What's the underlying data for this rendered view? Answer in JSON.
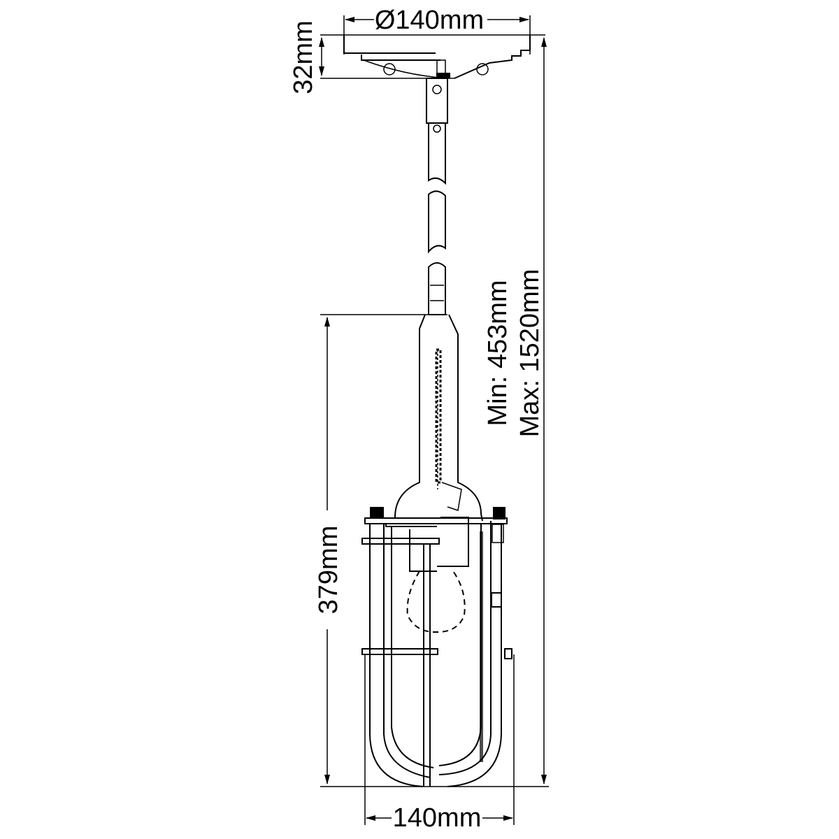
{
  "title": "Pendant light dimension drawing",
  "dimensions": {
    "canopy_diameter": "Ø140mm",
    "canopy_height": "32mm",
    "shade_height": "379mm",
    "min_height": "Min: 453mm",
    "max_height": "Max: 1520mm",
    "shade_width": "140mm"
  },
  "colors": {
    "line": "#000000",
    "background": "#ffffff"
  }
}
